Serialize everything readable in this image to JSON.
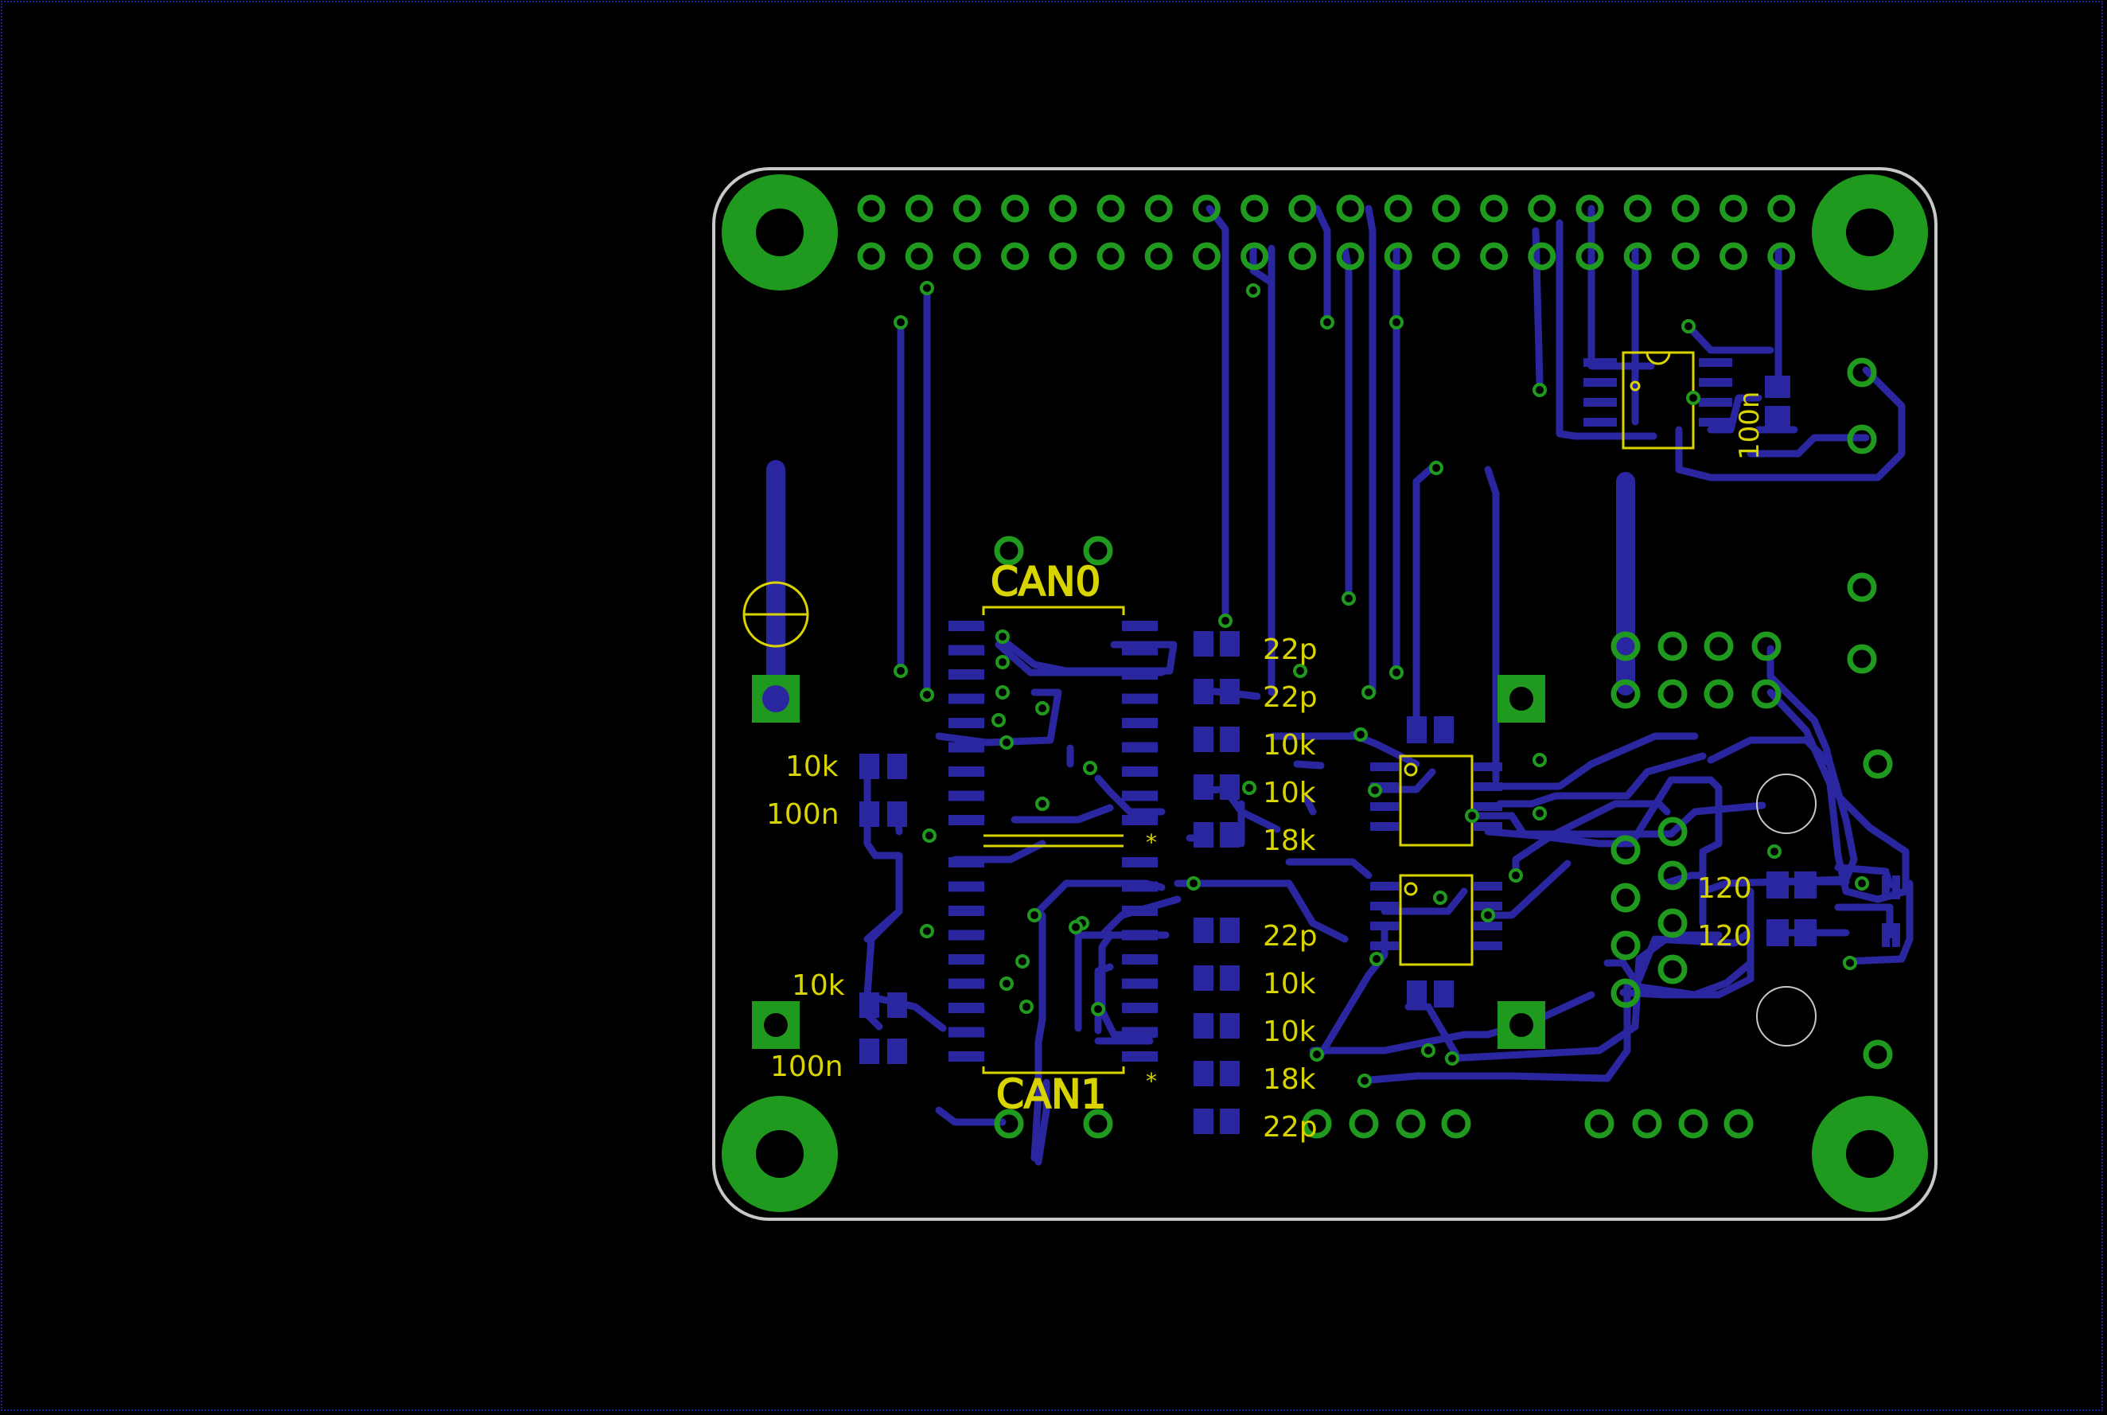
{
  "colors": {
    "background": "#000000",
    "board_outline": "#c8c8c8",
    "copper": "#2a26a0",
    "pad": "#2a26a0",
    "via": "#1f9a1f",
    "silkscreen": "#d8d400",
    "hole": "#000000"
  },
  "labels": {
    "can0": "CAN0",
    "can1": "CAN1",
    "r_10k_a": "10k",
    "c_100n_a": "100n",
    "r_10k_b": "10k",
    "c_100n_b": "100n",
    "c_22p_1": "22p",
    "c_22p_2": "22p",
    "r_10k_1": "10k",
    "r_10k_2": "10k",
    "r_18k_1": "18k",
    "c_22p_3": "22p",
    "r_10k_3": "10k",
    "r_10k_4": "10k",
    "r_18k_2": "18k",
    "c_22p_4": "22p",
    "r_120_1": "120",
    "r_120_2": "120",
    "c_100n_top": "100n",
    "pin1_mark_top": "*",
    "pin1_mark_bottom": "*"
  },
  "icons": {
    "mounting_hole": "mounting-hole-icon",
    "via": "via-icon",
    "smd_pad": "smd-pad-icon"
  }
}
